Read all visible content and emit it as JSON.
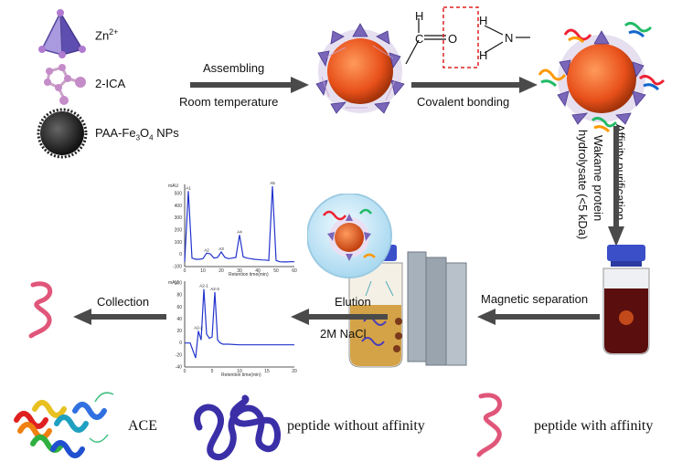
{
  "legend": {
    "zn": "Zn",
    "zn_sup": "2+",
    "ica": "2-ICA",
    "np_a": "PAA-Fe",
    "np_b": "3",
    "np_c": "O",
    "np_d": "4",
    "np_e": " NPs"
  },
  "steps": {
    "assembling": "Assembling",
    "room_temperature": "Room temperature",
    "covalent_bonding": "Covalent bonding",
    "affinity_purification": "Affinity purification",
    "hydrolysate_line1": "Wakame protein",
    "hydrolysate_line2": "hydrolysate (<5 kDa)",
    "magnetic_separation": "Magnetic separation",
    "elution": "Elution",
    "nacl": "2M NaCl",
    "collection": "Collection"
  },
  "chemistry": {
    "h_top": "H",
    "c": "C",
    "o": "O",
    "h_n1": "H",
    "n": "N",
    "h_n2": "H"
  },
  "bottom_legend": {
    "ace": "ACE",
    "no_affinity": "peptide without affinity",
    "with_affinity": "peptide with affinity"
  },
  "chromatograms": {
    "top": {
      "ylabel": "mAU",
      "xlabel": "Retention time(min)",
      "peak_labels": [
        "A1",
        "A2",
        "A3",
        "A4",
        "A5"
      ],
      "x_ticks": [
        "0",
        "10",
        "20",
        "30",
        "40",
        "50",
        "60"
      ],
      "y_ticks": [
        "500",
        "400",
        "300",
        "200",
        "100",
        "0",
        "-100"
      ],
      "x": [
        0,
        2,
        4,
        6,
        8,
        10,
        12,
        14,
        16,
        18,
        20,
        22,
        24,
        26,
        28,
        30,
        32,
        34,
        36,
        38,
        40,
        42,
        44,
        46,
        48,
        50,
        52,
        54,
        56,
        58,
        60
      ],
      "y": [
        -60,
        520,
        -30,
        -40,
        -40,
        -35,
        10,
        5,
        -30,
        -25,
        20,
        -25,
        -35,
        -30,
        -25,
        160,
        -20,
        -30,
        -35,
        -40,
        -42,
        -45,
        -46,
        -50,
        560,
        -50,
        -60,
        -62,
        -62,
        -60,
        -60
      ]
    },
    "bottom": {
      "ylabel": "mAU",
      "xlabel": "Retention time(min)",
      "peak_labels": [
        "A2-2",
        "A2-1",
        "A2-3"
      ],
      "x_ticks": [
        "0",
        "5",
        "10",
        "15",
        "20"
      ],
      "y_ticks": [
        "100",
        "80",
        "60",
        "40",
        "20",
        "0",
        "-20",
        "-40"
      ],
      "x": [
        0,
        1,
        2,
        2.5,
        3,
        3.5,
        4,
        4.5,
        5,
        5.5,
        6,
        6.5,
        7,
        8,
        10,
        12,
        14,
        16,
        18,
        20
      ],
      "y": [
        0,
        0,
        -25,
        20,
        5,
        90,
        15,
        8,
        10,
        85,
        5,
        0,
        -2,
        -2,
        -3,
        -3,
        -3,
        -3,
        -3,
        -3
      ]
    }
  },
  "colors": {
    "arrow": "#4a4a4a",
    "sphere": "#e8501a",
    "tetra": "#7a66b8",
    "peptide_red": "#e0567a",
    "peptide_blue": "#3b2fa8",
    "chrom_line": "#2233cc",
    "vial_cap": "#3b4fc8"
  }
}
